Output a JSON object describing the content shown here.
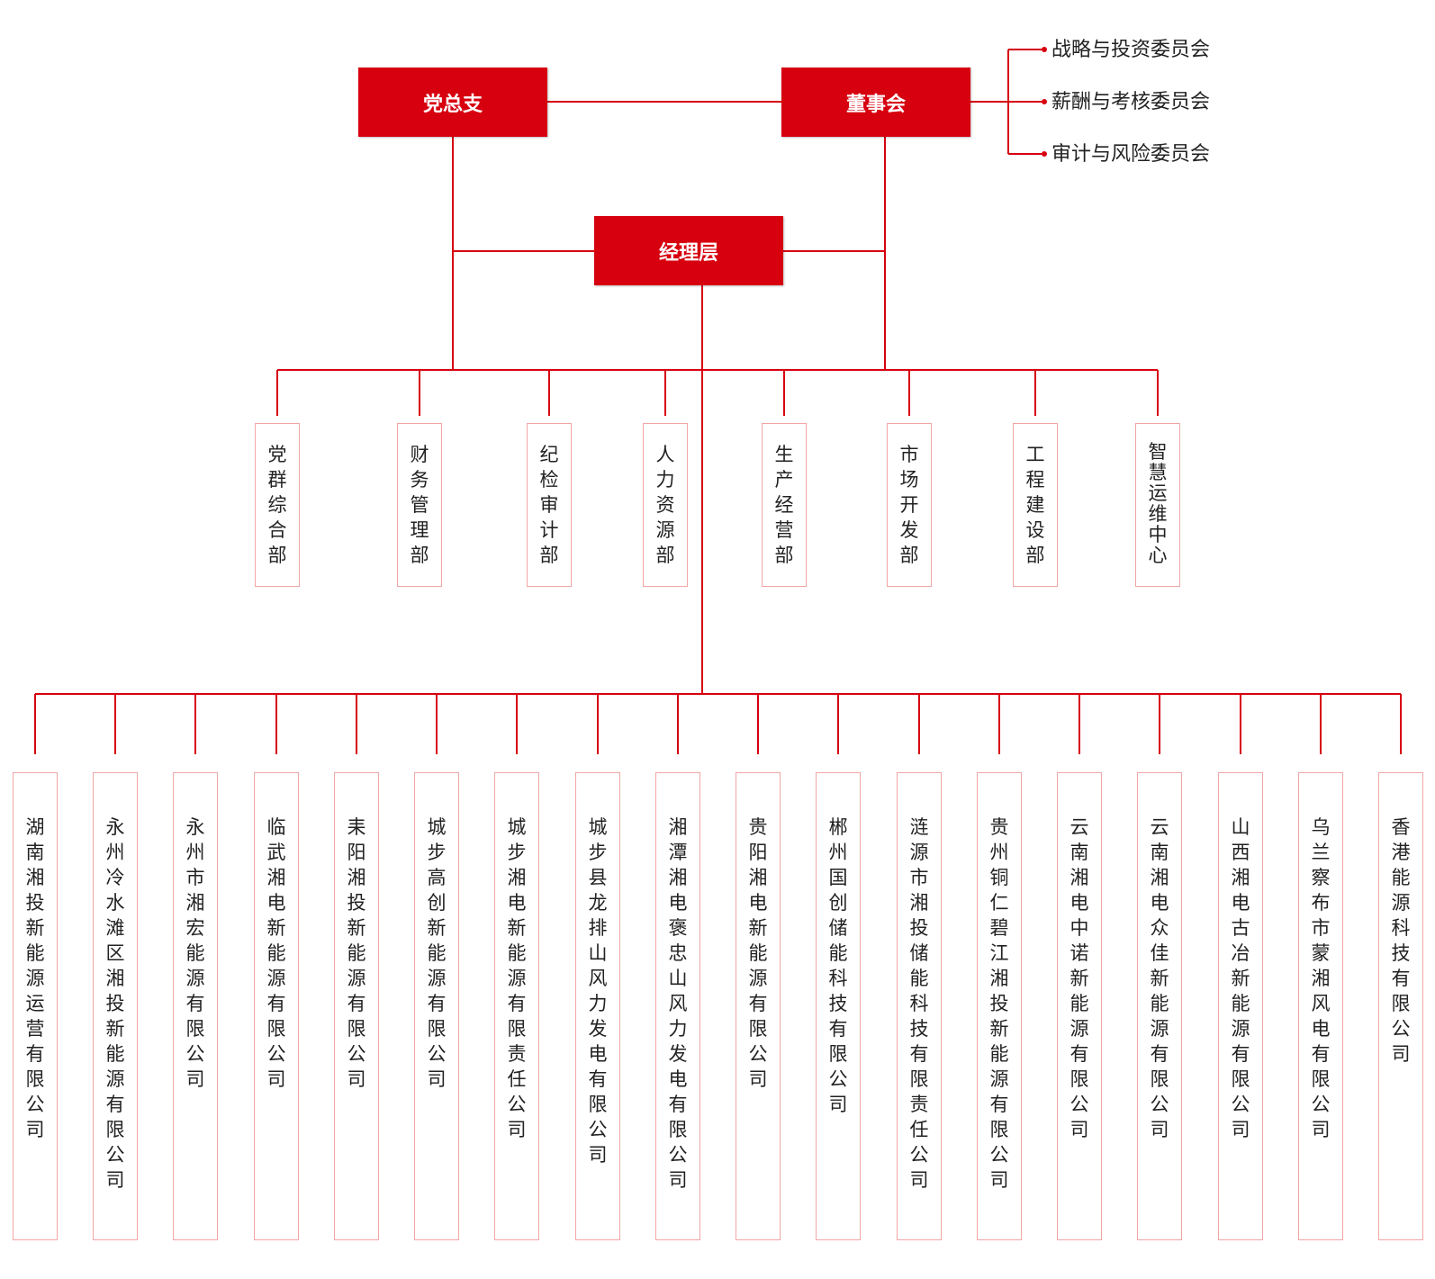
{
  "top": {
    "party": "党总支",
    "board": "董事会",
    "management": "经理层"
  },
  "committees": [
    "战略与投资委员会",
    "薪酬与考核委员会",
    "审计与风险委员会"
  ],
  "departments": [
    "党群综合部",
    "财务管理部",
    "纪检审计部",
    "人力资源部",
    "生产经营部",
    "市场开发部",
    "工程建设部",
    "智慧运维中心"
  ],
  "subsidiaries": [
    "湖南湘投新能源运营有限公司",
    "永州冷水滩区湘投新能源有限公司",
    "永州市湘宏能源有限公司",
    "临武湘电新能源有限公司",
    "耒阳湘投新能源有限公司",
    "城步高创新能源有限公司",
    "城步湘电新能源有限责任公司",
    "城步县龙排山风力发电有限公司",
    "湘潭湘电褒忠山风力发电有限公司",
    "贵阳湘电新能源有限公司",
    "郴州国创储能科技有限公司",
    "涟源市湘投储能科技有限责任公司",
    "贵州铜仁碧江湘投新能源有限公司",
    "云南湘电中诺新能源有限公司",
    "云南湘电众佳新能源有限公司",
    "山西湘电古冶新能源有限公司",
    "乌兰察布市蒙湘风电有限公司",
    "香港能源科技有限公司"
  ],
  "colors": {
    "brand_red": "#d7000f",
    "box_border": "#f2a5a5"
  }
}
